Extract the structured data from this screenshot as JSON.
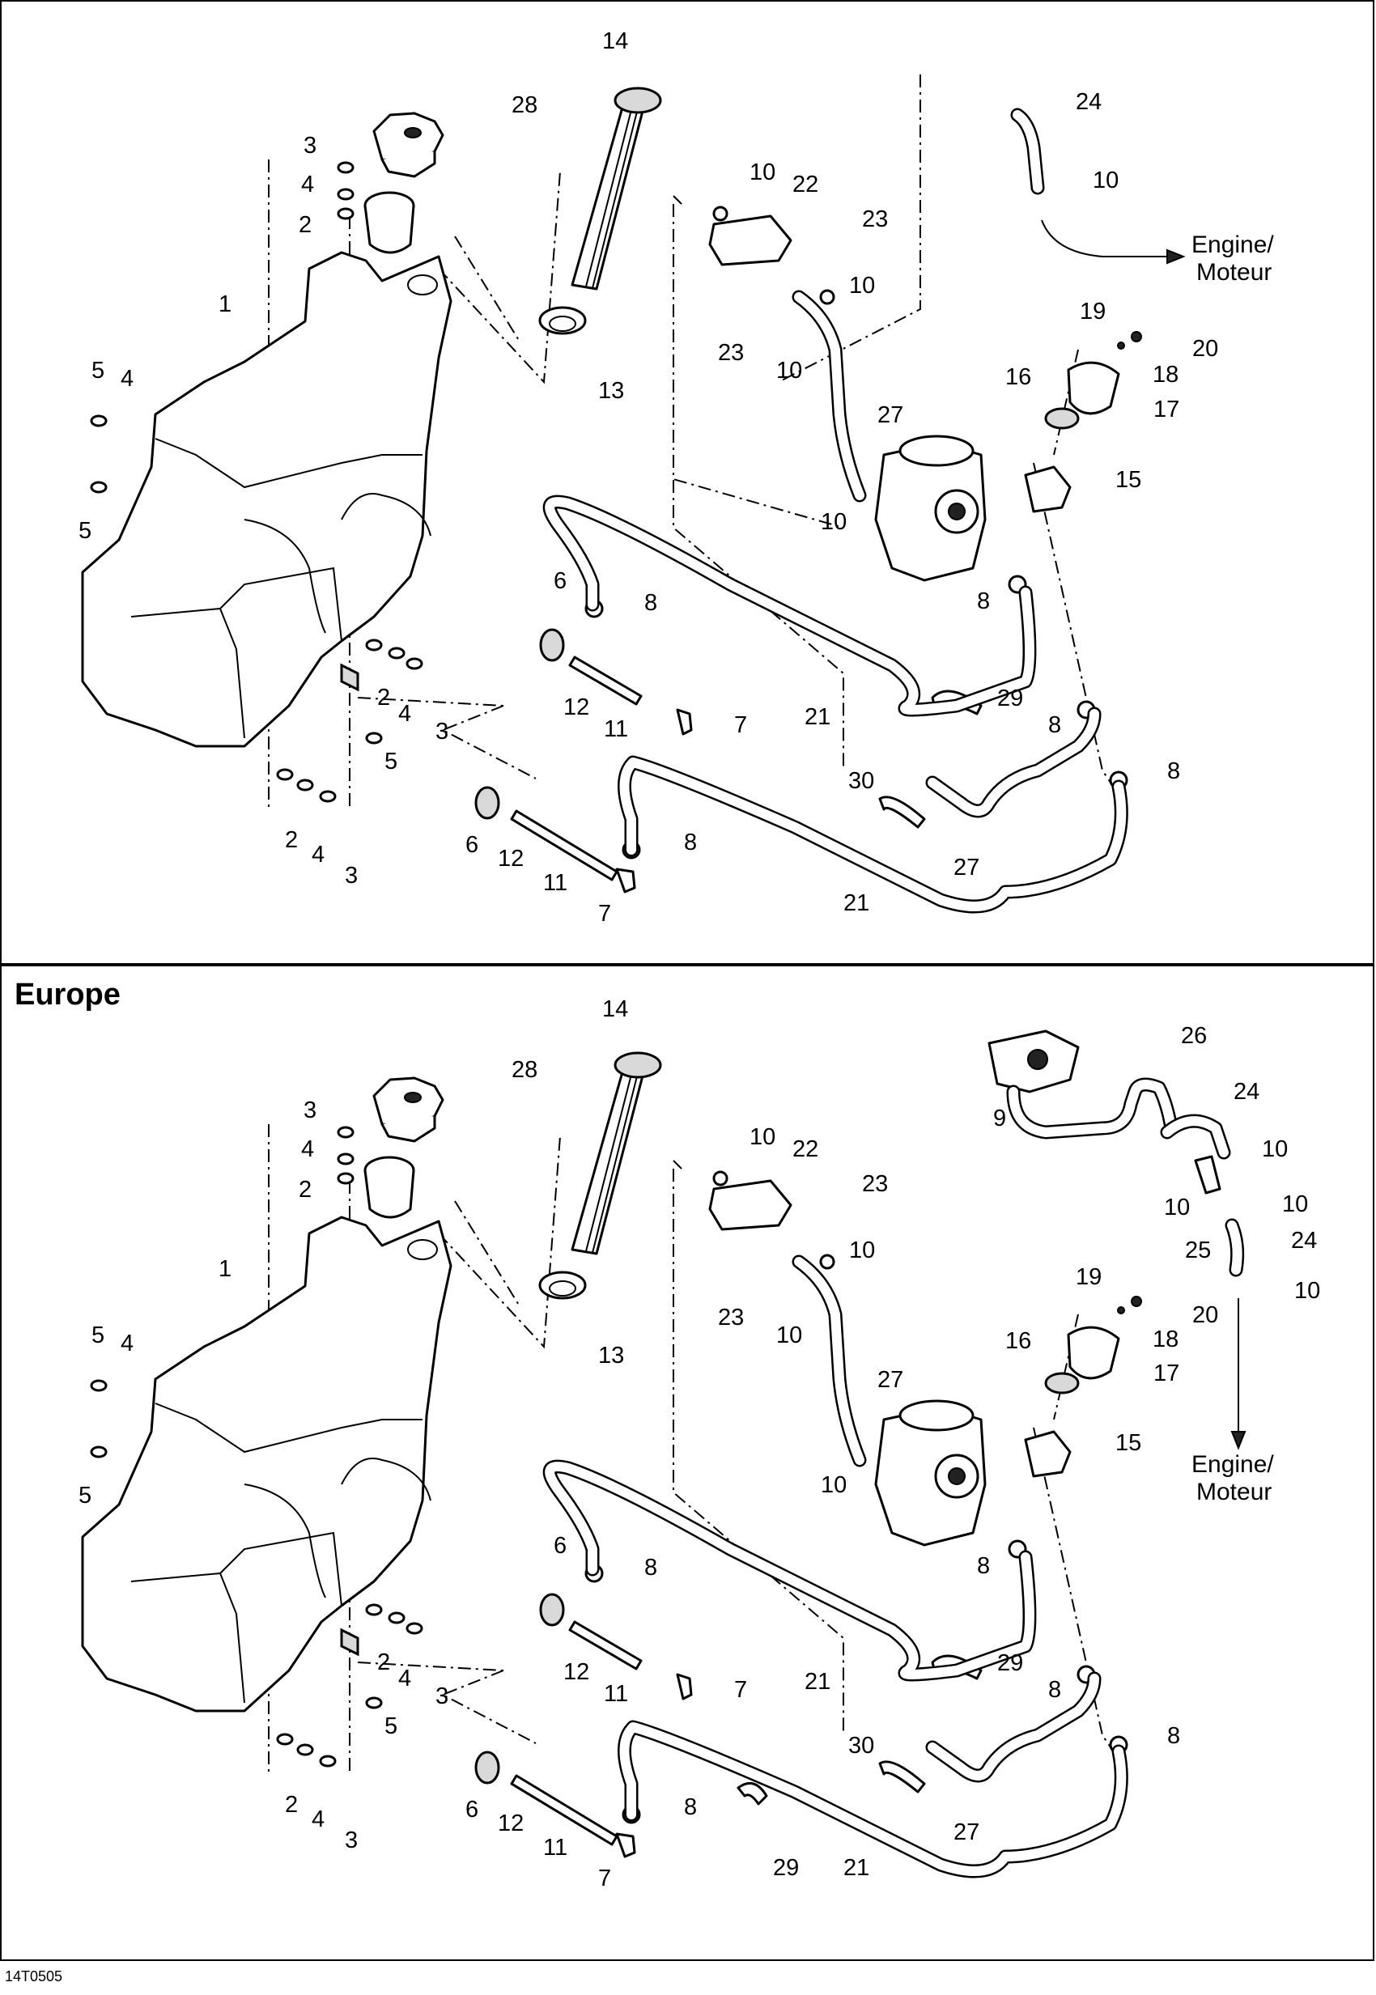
{
  "heading_bottom": "Europe",
  "figure_code": "14T0505",
  "destination": {
    "line1": "Engine/",
    "line2": "Moteur"
  },
  "top_callouts": [
    "14",
    "28",
    "3",
    "4",
    "2",
    "1",
    "5",
    "4",
    "5",
    "13",
    "10",
    "22",
    "23",
    "23",
    "10",
    "10",
    "24",
    "10",
    "19",
    "20",
    "18",
    "16",
    "17",
    "27",
    "15",
    "10",
    "6",
    "8",
    "8",
    "2",
    "4",
    "3",
    "12",
    "11",
    "7",
    "21",
    "29",
    "8",
    "5",
    "30",
    "8",
    "2",
    "4",
    "3",
    "6",
    "12",
    "11",
    "8",
    "7",
    "27",
    "21"
  ],
  "bottom_callouts": [
    "14",
    "28",
    "3",
    "4",
    "2",
    "1",
    "5",
    "4",
    "5",
    "13",
    "10",
    "22",
    "23",
    "23",
    "10",
    "10",
    "26",
    "9",
    "24",
    "10",
    "10",
    "10",
    "25",
    "24",
    "10",
    "19",
    "20",
    "18",
    "16",
    "17",
    "27",
    "15",
    "10",
    "6",
    "8",
    "8",
    "2",
    "4",
    "3",
    "12",
    "11",
    "7",
    "21",
    "29",
    "8",
    "5",
    "30",
    "8",
    "2",
    "4",
    "3",
    "6",
    "12",
    "11",
    "8",
    "7",
    "27",
    "29",
    "21"
  ]
}
